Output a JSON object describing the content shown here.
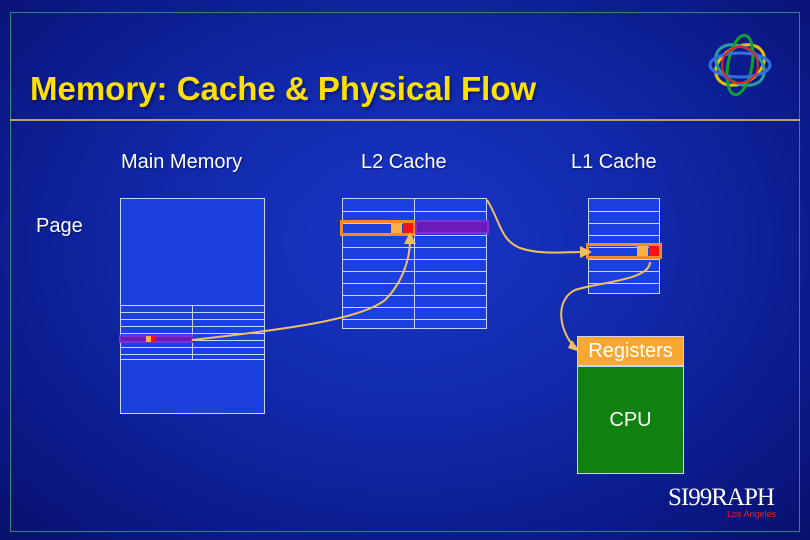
{
  "title": "Memory: Cache & Physical Flow",
  "labels": {
    "main_memory": "Main Memory",
    "l2_cache": "L2 Cache",
    "l1_cache": "L1 Cache",
    "page": "Page",
    "registers": "Registers",
    "cpu": "CPU"
  },
  "logo": {
    "text": "SI99RAPH",
    "subtitle": "Los Angeles"
  },
  "icons": {
    "logo_symbol": "interlocking-rings-icon"
  },
  "colors": {
    "title": "#ffe000",
    "background": "#1028a8",
    "memory_block": "#1a40e0",
    "orange": "#ff8a20",
    "purple": "#6a1ab8",
    "red": "#ff1010",
    "registers": "#f6a832",
    "cpu": "#108010",
    "arrow": "#f0c060"
  }
}
